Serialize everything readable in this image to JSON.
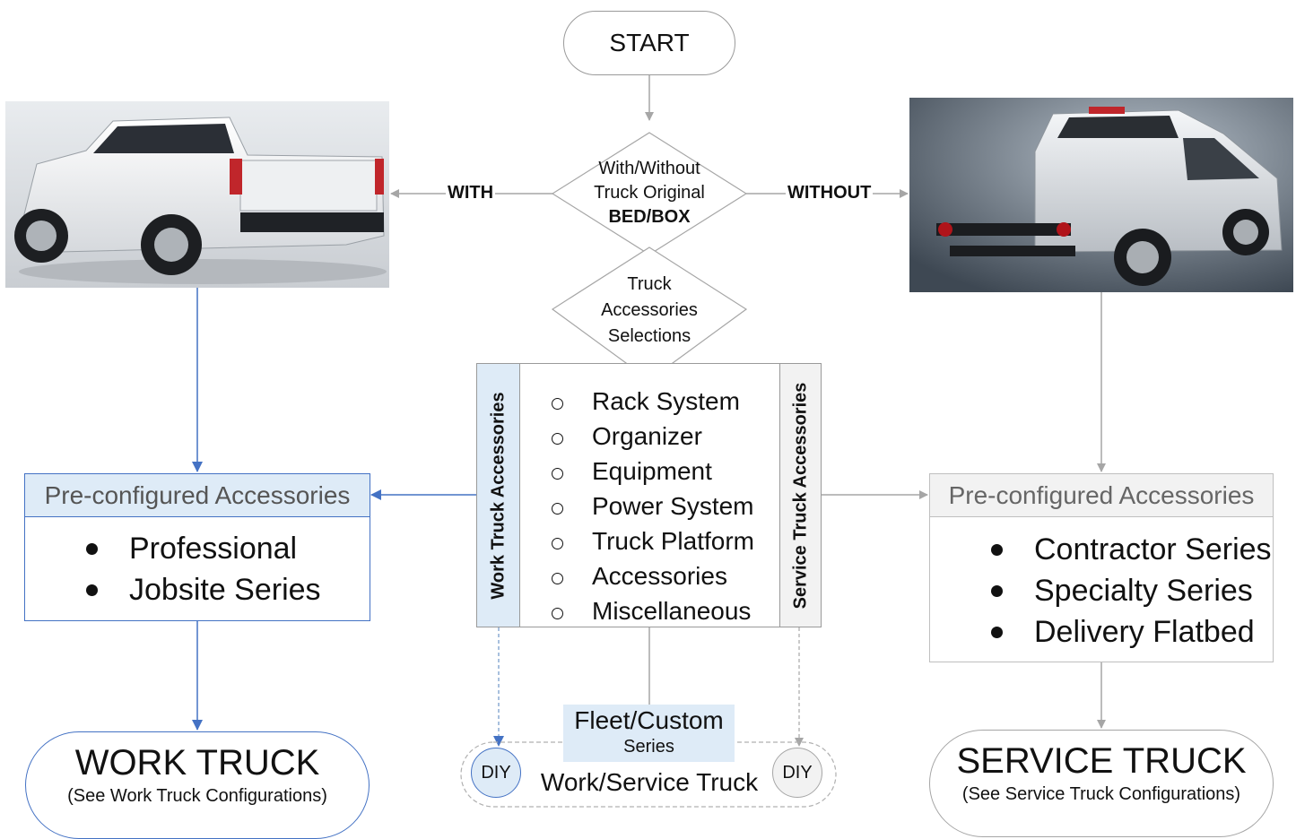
{
  "start": {
    "label": "START"
  },
  "decision_bed": {
    "line1": "With/Without",
    "line2": "Truck Original",
    "line3": "BED/BOX"
  },
  "decision_accessories": {
    "line1": "Truck",
    "line2": "Accessories",
    "line3": "Selections"
  },
  "branch_with": {
    "label": "WITH"
  },
  "branch_without": {
    "label": "WITHOUT"
  },
  "center": {
    "left_tab": "Work Truck Accessories",
    "right_tab": "Service Truck Accessories",
    "options": [
      "Rack System",
      "Organizer",
      "Equipment",
      "Power System",
      "Truck Platform",
      "Accessories",
      "Miscellaneous"
    ]
  },
  "left_preconfigured": {
    "title": "Pre-configured Accessories",
    "items": [
      "Professional",
      "Jobsite Series"
    ]
  },
  "right_preconfigured": {
    "title": "Pre-configured Accessories",
    "items": [
      "Contractor Series",
      "Specialty Series",
      "Delivery Flatbed"
    ]
  },
  "work_truck": {
    "title": "WORK TRUCK",
    "subtitle": "(See Work Truck Configurations)"
  },
  "service_truck": {
    "title": "SERVICE TRUCK",
    "subtitle": "(See Service Truck Configurations)"
  },
  "fleet": {
    "title": "Fleet/Custom",
    "sub": "Series",
    "label": "Work/Service Truck",
    "diy_left": "DIY",
    "diy_right": "DIY"
  },
  "colors": {
    "blue_accent": "#4472c4",
    "blue_fill": "#deebf7",
    "grey_line": "#a6a6a6",
    "grey_fill": "#f2f2f2"
  },
  "icons": {
    "left_photo": "white-pickup-truck-photo",
    "right_photo": "cab-chassis-truck-photo"
  }
}
